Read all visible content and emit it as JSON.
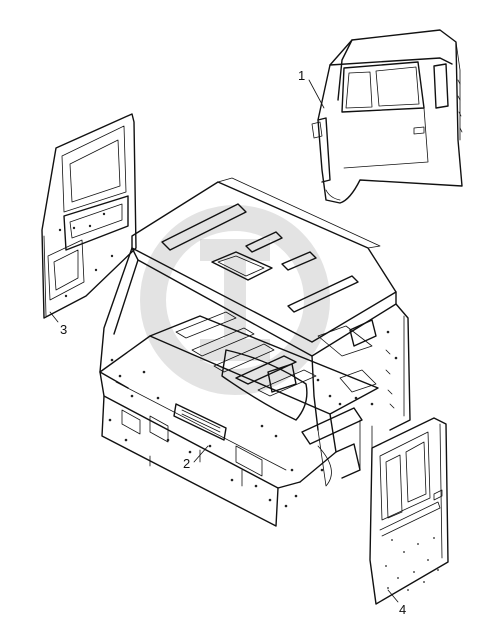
{
  "diagram": {
    "callouts": [
      {
        "id": "cab-assembly",
        "label": "1"
      },
      {
        "id": "cab-body-frame",
        "label": "2"
      },
      {
        "id": "left-door",
        "label": "3"
      },
      {
        "id": "right-door",
        "label": "4"
      }
    ]
  },
  "colors": {
    "ink": "#111111",
    "background": "#ffffff",
    "watermark": "#9a9a9a"
  }
}
